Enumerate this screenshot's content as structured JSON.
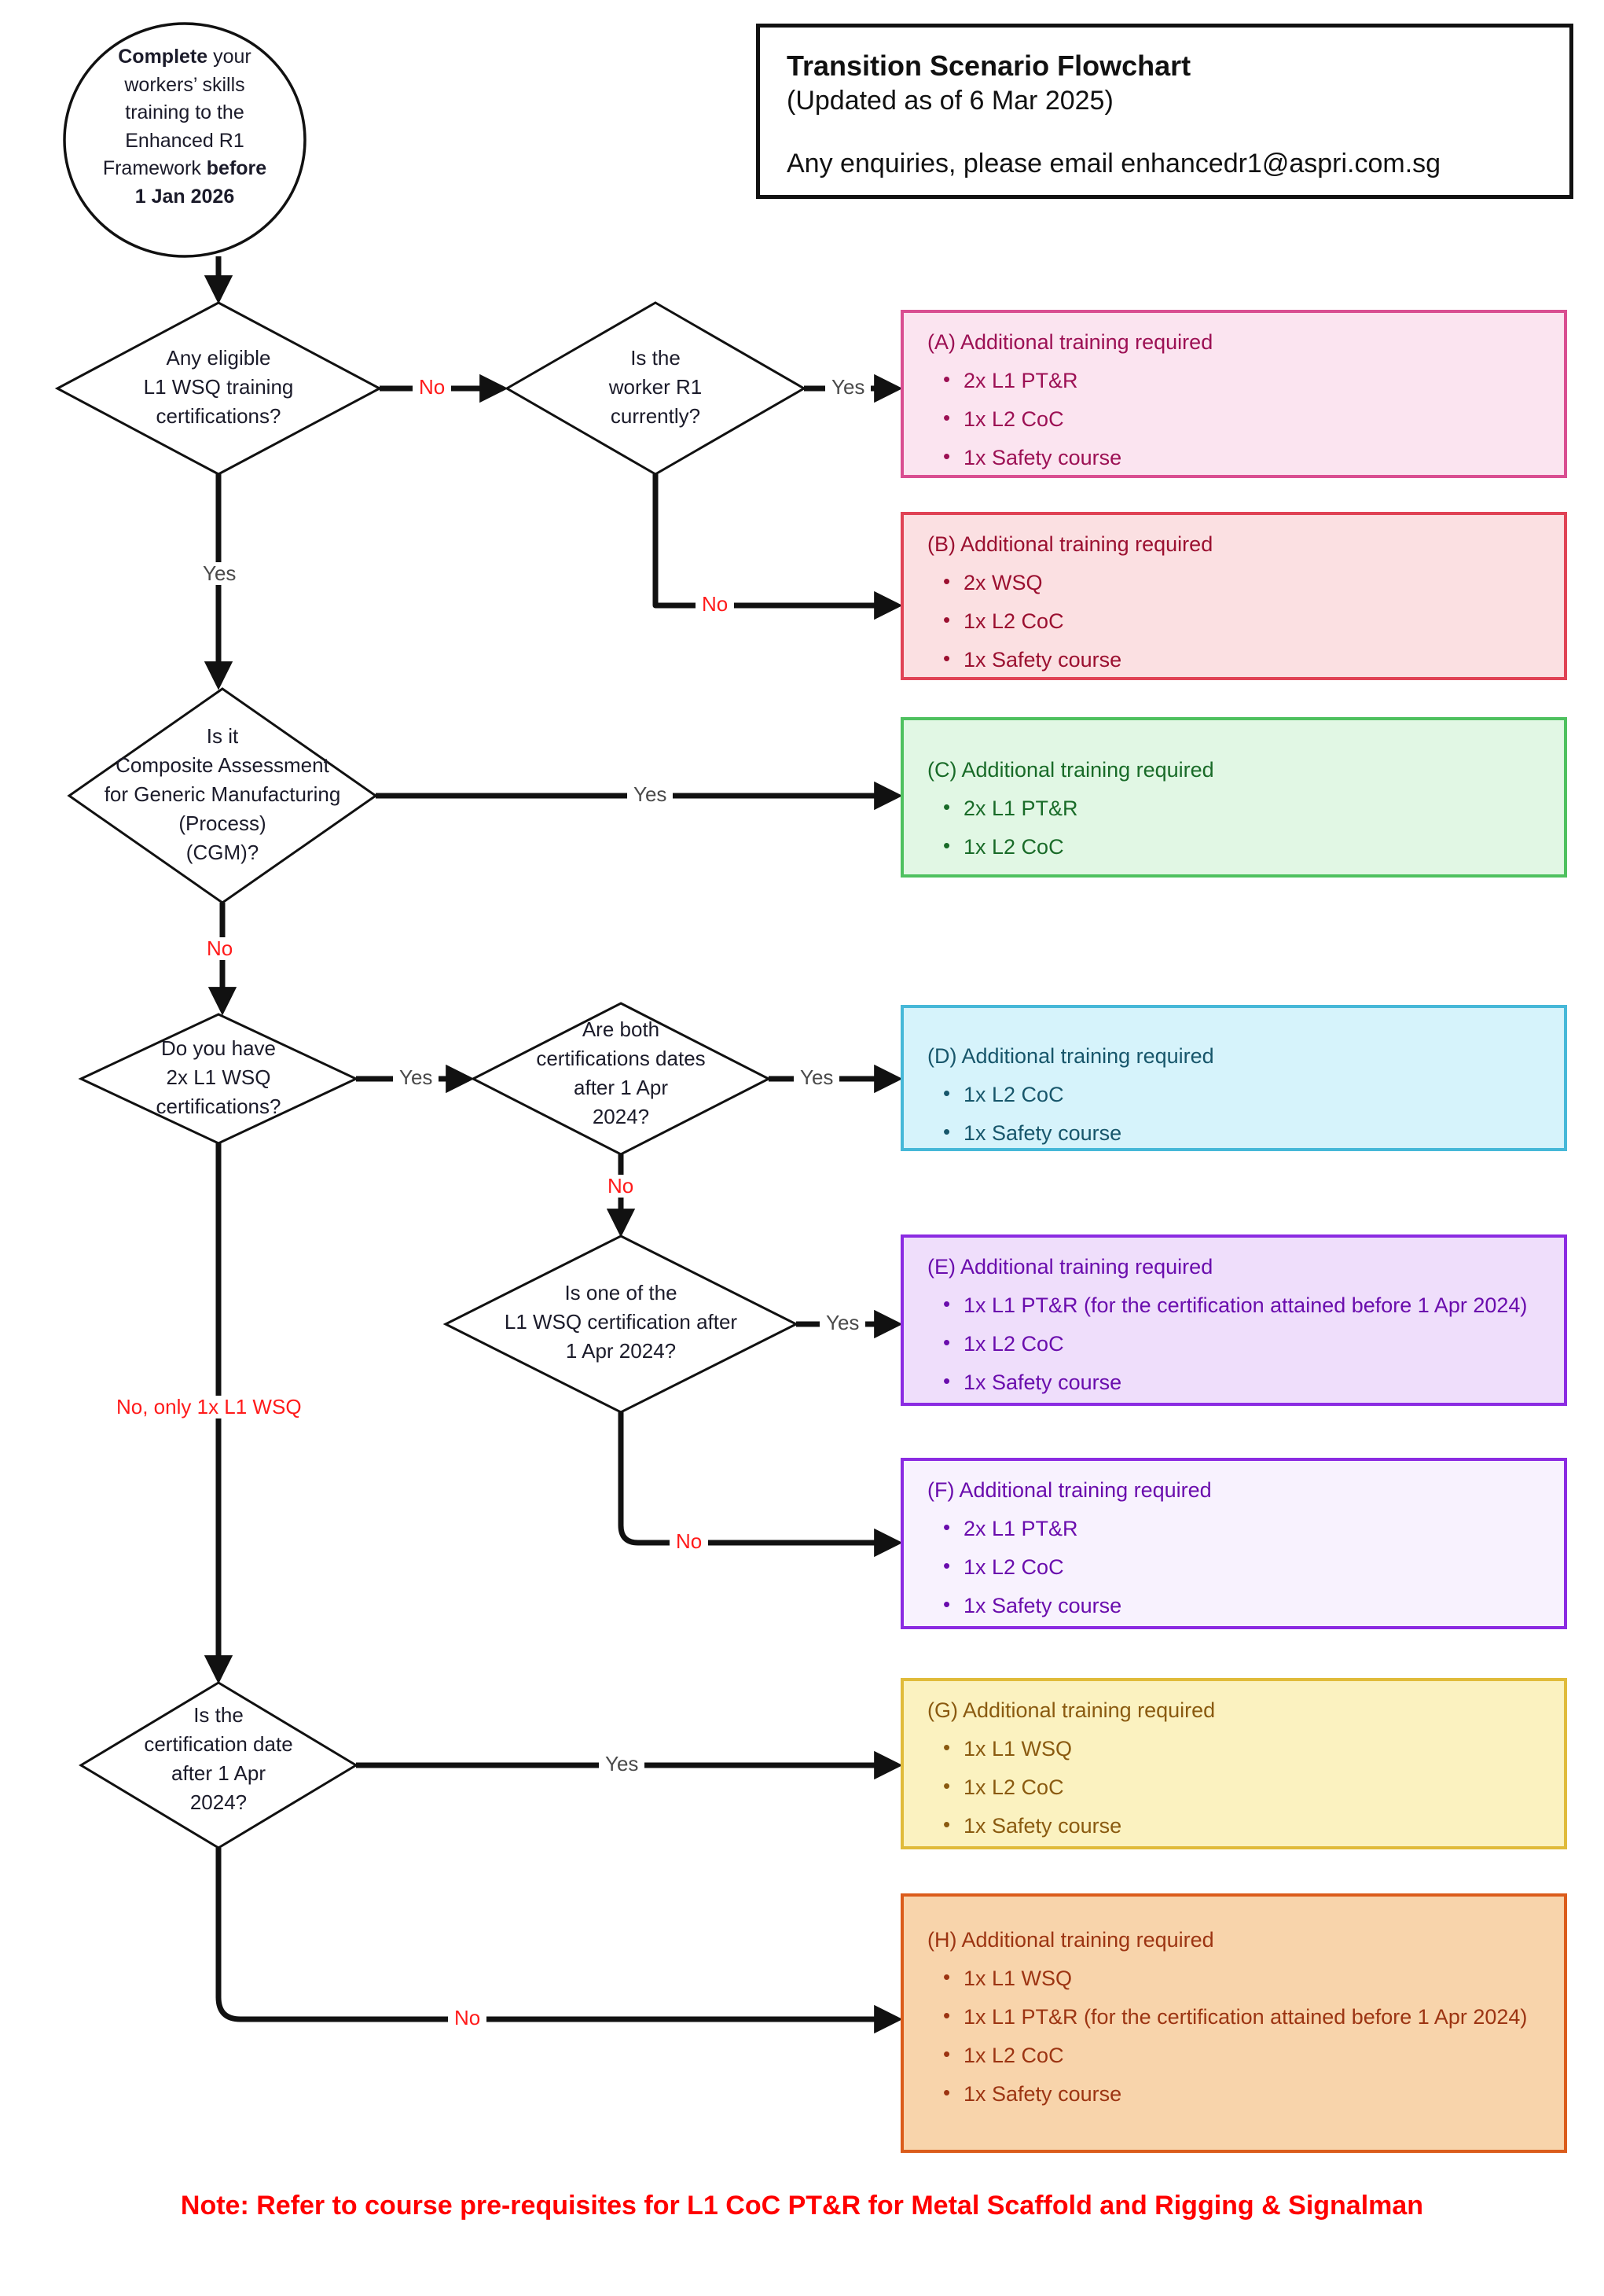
{
  "header": {
    "title": "Transition Scenario Flowchart",
    "subtitle": "(Updated as of 6 Mar 2025)",
    "enquiries": "Any enquiries, please email enhancedr1@aspri.com.sg"
  },
  "start": {
    "shape": "circle",
    "line1_bold": "Complete",
    "line1_rest": " your",
    "line2": "workers’ skills",
    "line3": "training to the",
    "line4": "Enhanced R1",
    "line5_rest": "Framework ",
    "line5_bold": "before",
    "line6_bold": "1 Jan 2026"
  },
  "decisions": [
    {
      "id": "d1",
      "lines": [
        "Any eligible",
        "L1 WSQ training",
        "certifications?"
      ]
    },
    {
      "id": "d2",
      "lines": [
        "Is the",
        "worker R1",
        "currently?"
      ]
    },
    {
      "id": "d3",
      "lines": [
        "Is it",
        "Composite Assessment",
        "for Generic Manufacturing",
        "(Process)",
        "(CGM)?"
      ]
    },
    {
      "id": "d4",
      "lines": [
        "Do you have",
        "2x L1 WSQ",
        "certifications?"
      ]
    },
    {
      "id": "d5",
      "lines": [
        "Are both",
        "certifications dates",
        "after 1 Apr",
        "2024?"
      ]
    },
    {
      "id": "d6",
      "lines": [
        "Is one of the",
        "L1 WSQ certification after",
        "1 Apr 2024?"
      ]
    },
    {
      "id": "d7",
      "lines": [
        "Is the",
        "certification date",
        "after 1 Apr",
        "2024?"
      ]
    }
  ],
  "edge_labels": {
    "d1_no": "No",
    "d1_yes": "Yes",
    "d2_yes": "Yes",
    "d2_no": "No",
    "d3_yes": "Yes",
    "d3_no": "No",
    "d4_yes": "Yes",
    "d4_no": "No, only 1x L1 WSQ",
    "d5_yes": "Yes",
    "d5_no": "No",
    "d6_yes": "Yes",
    "d6_no": "No",
    "d7_yes": "Yes",
    "d7_no": "No"
  },
  "outcomes": [
    {
      "id": "A",
      "title": "(A) Additional training required",
      "items": [
        "2x L1 PT&R",
        "1x L2 CoC",
        "1x Safety course"
      ],
      "fill": "#fbe4f0",
      "stroke": "#d94e91",
      "text": "#a01048"
    },
    {
      "id": "B",
      "title": "(B) Additional training required",
      "items": [
        "2x WSQ",
        "1x L2 CoC",
        "1x Safety course"
      ],
      "fill": "#fbe0e2",
      "stroke": "#e04355",
      "text": "#9b1030"
    },
    {
      "id": "C",
      "title": "(C) Additional training required",
      "items": [
        "2x L1 PT&R",
        "1x L2 CoC"
      ],
      "fill": "#e0f7e3",
      "stroke": "#4dc濃"
    },
    {
      "id": "D",
      "title": "(D) Additional training required",
      "items": [
        "1x L2 CoC",
        "1x Safety course"
      ],
      "fill": "#d6f3fb",
      "stroke": "#46b8d8",
      "text": "#17566b"
    },
    {
      "id": "E",
      "title": "(E) Additional training required",
      "items": [
        "1x L1 PT&R (for the certification attained before 1 Apr 2024)",
        "1x L2 CoC",
        "1x Safety course"
      ],
      "fill": "#efdefb",
      "stroke": "#8b2be2",
      "text": "#6a0dad"
    },
    {
      "id": "F",
      "title": "(F) Additional training required",
      "items": [
        "2x L1 PT&R",
        "1x L2 CoC",
        "1x Safety course"
      ],
      "fill": "#f8f2fe",
      "stroke": "#8b2be2",
      "text": "#6a0dad"
    },
    {
      "id": "G",
      "title": "(G) Additional training required",
      "items": [
        "1x L1 WSQ",
        "1x L2 CoC",
        "1x Safety course"
      ],
      "fill": "#fbf2c0",
      "stroke": "#e0bb3a",
      "text": "#8a5a10"
    },
    {
      "id": "H",
      "title": "(H) Additional training required",
      "items": [
        "1x L1 WSQ",
        "1x L1 PT&R (for the certification attained before 1 Apr 2024)",
        "1x L2 CoC",
        "1x Safety course"
      ],
      "fill": "#f8d4ab",
      "stroke": "#db5c1b",
      "text": "#9c3412"
    }
  ],
  "note": "Note: Refer to course pre-requisites for L1 CoC PT&R  for Metal Scaffold and Rigging & Signalman",
  "colors": {
    "connector": "#111111",
    "yes_label": "#4a4a4a",
    "no_label": "#ff1a1a",
    "note": "#ff0000",
    "shape_stroke": "#111111"
  }
}
